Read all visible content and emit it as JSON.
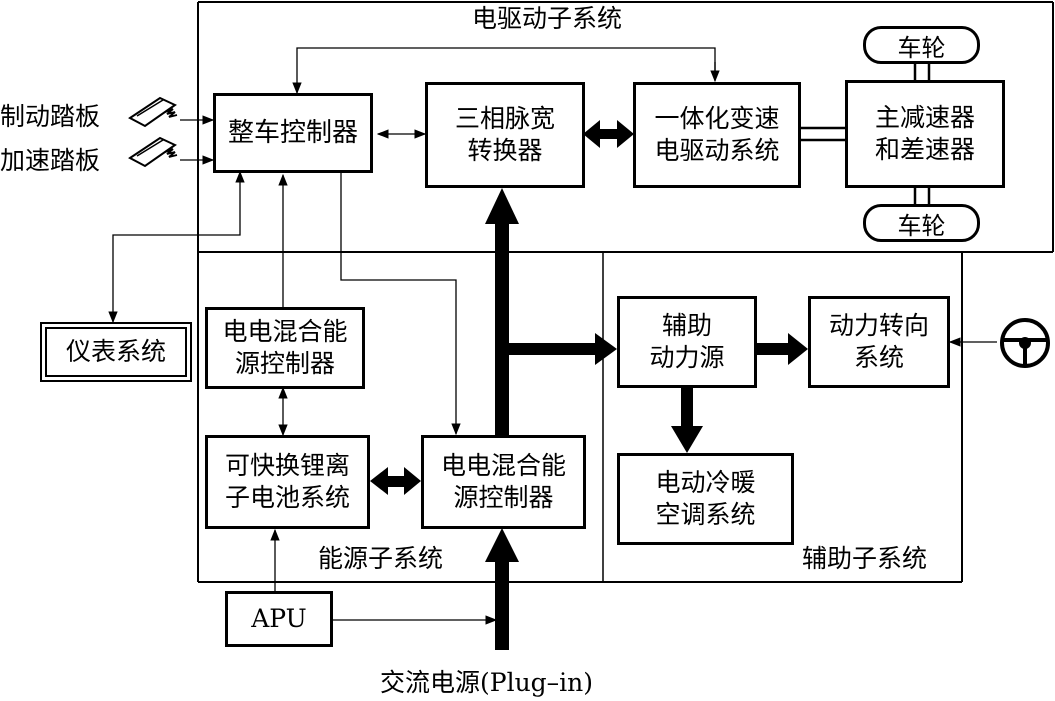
{
  "subsystems": {
    "drive": "电驱动子系统",
    "energy": "能源子系统",
    "aux": "辅助子系统"
  },
  "blocks": {
    "vcu": "整车控制器",
    "inverter": [
      "三相脉宽",
      "转换器"
    ],
    "integrated_drive": [
      "一体化变速",
      "电驱动系统"
    ],
    "final_drive": [
      "主减速器",
      "和差速器"
    ],
    "wheel_top": "车轮",
    "wheel_bottom": "车轮",
    "instrument": "仪表系统",
    "hybrid_controller_top": [
      "电电混合能",
      "源控制器"
    ],
    "battery": [
      "可快换锂离",
      "子电池系统"
    ],
    "hybrid_controller_main": [
      "电电混合能",
      "源控制器"
    ],
    "aux_power": [
      "辅助",
      "动力源"
    ],
    "power_steering": [
      "动力转向",
      "系统"
    ],
    "hvac": [
      "电动冷暖",
      "空调系统"
    ],
    "apu": "APU"
  },
  "inputs": {
    "brake_pedal": "制动踏板",
    "accel_pedal": "加速踏板",
    "ac_source": "交流电源(Plug–in)"
  },
  "icons": {
    "pedal": "pedal-icon",
    "steering": "steering-wheel-icon"
  }
}
